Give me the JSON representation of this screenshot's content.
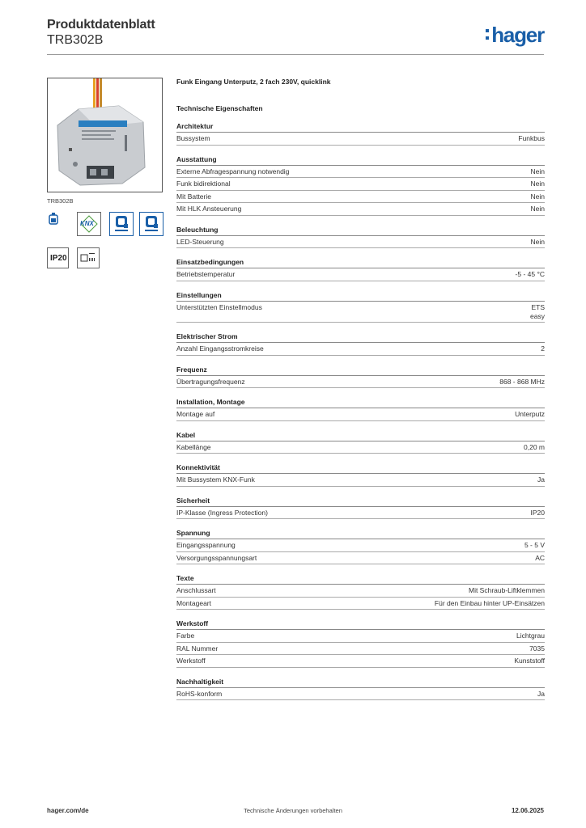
{
  "header": {
    "title": "Produktdatenblatt",
    "subtitle": "TRB302B",
    "logo": "hager"
  },
  "sidebar": {
    "photo_caption": "TRB302B",
    "badges": [
      {
        "icon": "product-type-icon"
      },
      {
        "icon": "knx-logo-icon",
        "label": "KNX"
      },
      {
        "icon": "quicklink-logo-icon"
      },
      {
        "icon": "quicklink-logo-icon"
      },
      {
        "icon": "ip-rating-icon",
        "label": "IP20"
      },
      {
        "icon": "enclosure-symbol-icon"
      }
    ]
  },
  "product": {
    "name": "Funk Eingang Unterputz, 2 fach 230V, quicklink",
    "section_heading": "Technische Eigenschaften"
  },
  "groups": [
    {
      "title": "Architektur",
      "rows": [
        {
          "label": "Bussystem",
          "values": [
            "Funkbus"
          ]
        }
      ]
    },
    {
      "title": "Ausstattung",
      "rows": [
        {
          "label": "Externe Abfragespannung notwendig",
          "values": [
            "Nein"
          ]
        },
        {
          "label": "Funk bidirektional",
          "values": [
            "Nein"
          ]
        },
        {
          "label": "Mit Batterie",
          "values": [
            "Nein"
          ]
        },
        {
          "label": "Mit HLK Ansteuerung",
          "values": [
            "Nein"
          ]
        }
      ]
    },
    {
      "title": "Beleuchtung",
      "rows": [
        {
          "label": "LED-Steuerung",
          "values": [
            "Nein"
          ]
        }
      ]
    },
    {
      "title": "Einsatzbedingungen",
      "rows": [
        {
          "label": "Betriebstemperatur",
          "values": [
            "-5 - 45 °C"
          ]
        }
      ]
    },
    {
      "title": "Einstellungen",
      "rows": [
        {
          "label": "Unterstützten Einstellmodus",
          "values": [
            "ETS",
            "easy"
          ]
        }
      ]
    },
    {
      "title": "Elektrischer Strom",
      "rows": [
        {
          "label": "Anzahl Eingangsstromkreise",
          "values": [
            "2"
          ]
        }
      ]
    },
    {
      "title": "Frequenz",
      "rows": [
        {
          "label": "Übertragungsfrequenz",
          "values": [
            "868 - 868 MHz"
          ]
        }
      ]
    },
    {
      "title": "Installation, Montage",
      "rows": [
        {
          "label": "Montage auf",
          "values": [
            "Unterputz"
          ]
        }
      ]
    },
    {
      "title": "Kabel",
      "rows": [
        {
          "label": "Kabellänge",
          "values": [
            "0,20 m"
          ]
        }
      ]
    },
    {
      "title": "Konnektivität",
      "rows": [
        {
          "label": "Mit Bussystem KNX-Funk",
          "values": [
            "Ja"
          ]
        }
      ]
    },
    {
      "title": "Sicherheit",
      "rows": [
        {
          "label": "IP-Klasse (Ingress Protection)",
          "values": [
            "IP20"
          ]
        }
      ]
    },
    {
      "title": "Spannung",
      "rows": [
        {
          "label": "Eingangsspannung",
          "values": [
            "5 - 5 V"
          ]
        },
        {
          "label": "Versorgungsspannungsart",
          "values": [
            "AC"
          ]
        }
      ]
    },
    {
      "title": "Texte",
      "rows": [
        {
          "label": "Anschlussart",
          "values": [
            "Mit Schraub-Liftklemmen"
          ]
        },
        {
          "label": "Montageart",
          "values": [
            "Für den Einbau hinter UP-Einsätzen"
          ]
        }
      ]
    },
    {
      "title": "Werkstoff",
      "rows": [
        {
          "label": "Farbe",
          "values": [
            "Lichtgrau"
          ]
        },
        {
          "label": "RAL Nummer",
          "values": [
            "7035"
          ]
        },
        {
          "label": "Werkstoff",
          "values": [
            "Kunststoff"
          ]
        }
      ]
    },
    {
      "title": "Nachhaltigkeit",
      "rows": [
        {
          "label": "RoHS-konform",
          "values": [
            "Ja"
          ]
        }
      ]
    }
  ],
  "footer": {
    "left": "hager.com/de",
    "center": "Technische Änderungen vorbehalten",
    "right": "12.06.2025"
  },
  "colors": {
    "brand_blue": "#1a5fa8",
    "rule": "#888888"
  }
}
